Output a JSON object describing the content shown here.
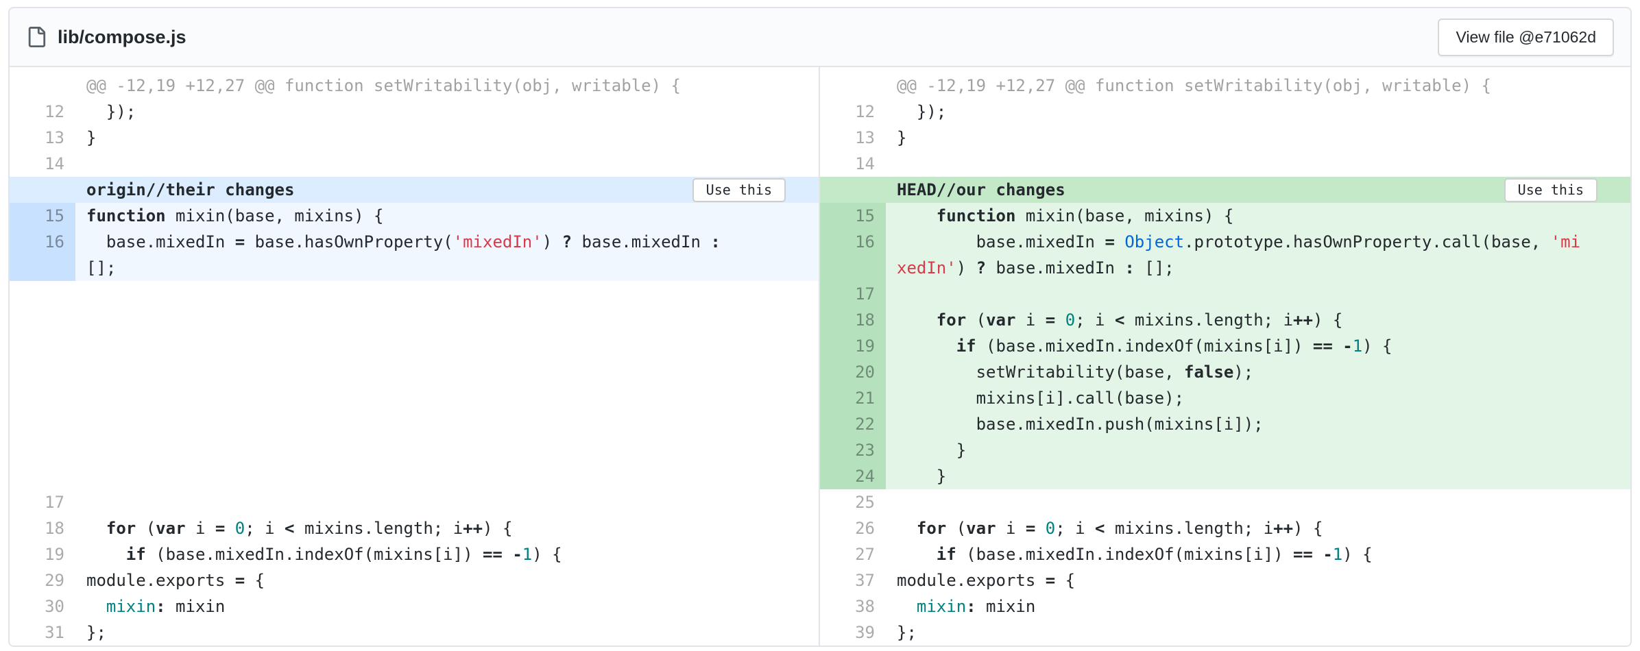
{
  "colors": {
    "border": "#e1e4e8",
    "conflict_theirs_header": "#dbedff",
    "conflict_theirs_line": "#f0f7ff",
    "conflict_theirs_gutter": "#c8e1ff",
    "conflict_ours_header": "#c3e9c8",
    "conflict_ours_line": "#e3f5e6",
    "conflict_ours_gutter": "#b5e2bc",
    "string": "#d73a49",
    "number": "#008080",
    "class_name": "#0366d6"
  },
  "file_header": {
    "file_name": "lib/compose.js",
    "view_file_button": "View file @e71062d"
  },
  "diff": {
    "hunk_header": "@@ -12,19 +12,27 @@ function setWritability(obj, writable) {",
    "left": {
      "conflict_label": "origin//their changes",
      "use_this_label": "Use this",
      "rows": [
        {
          "n": "",
          "t": "hunk",
          "s": [
            [
              "@@ -12,19 +12,27 @@ function setWritability(obj, writable) {",
              ""
            ]
          ]
        },
        {
          "n": "12",
          "t": "ctx",
          "s": [
            [
              "  });",
              ""
            ]
          ]
        },
        {
          "n": "13",
          "t": "ctx",
          "s": [
            [
              "}",
              ""
            ]
          ]
        },
        {
          "n": "14",
          "t": "ctx",
          "s": []
        },
        {
          "t": "confhead"
        },
        {
          "n": "15",
          "t": "conf",
          "s": [
            [
              "function",
              "k"
            ],
            [
              " mixin(base, mixins) {",
              ""
            ]
          ]
        },
        {
          "n": "16",
          "t": "conf",
          "s": [
            [
              "  base.mixedIn ",
              ""
            ],
            [
              "=",
              "o"
            ],
            [
              " base.hasOwnProperty(",
              ""
            ],
            [
              "'mixedIn'",
              "s"
            ],
            [
              ") ",
              ""
            ],
            [
              "?",
              "o"
            ],
            [
              " base.mixedIn ",
              ""
            ],
            [
              ":",
              "o"
            ]
          ]
        },
        {
          "n": "",
          "t": "conf",
          "s": [
            [
              "[];",
              ""
            ]
          ]
        },
        {
          "t": "spacer",
          "rows": 8
        },
        {
          "n": "17",
          "t": "ctx",
          "s": []
        },
        {
          "n": "18",
          "t": "ctx",
          "s": [
            [
              "  ",
              ""
            ],
            [
              "for",
              "k"
            ],
            [
              " (",
              ""
            ],
            [
              "var",
              "k"
            ],
            [
              " i ",
              ""
            ],
            [
              "=",
              "o"
            ],
            [
              " ",
              ""
            ],
            [
              "0",
              "n"
            ],
            [
              "; i ",
              ""
            ],
            [
              "<",
              "o"
            ],
            [
              " mixins.length; i",
              ""
            ],
            [
              "++",
              "o"
            ],
            [
              ") {",
              ""
            ]
          ]
        },
        {
          "n": "19",
          "t": "ctx",
          "s": [
            [
              "    ",
              ""
            ],
            [
              "if",
              "k"
            ],
            [
              " (base.mixedIn.indexOf(mixins[i]) ",
              ""
            ],
            [
              "==",
              "o"
            ],
            [
              " ",
              ""
            ],
            [
              "-",
              "o"
            ],
            [
              "1",
              "n"
            ],
            [
              ") {",
              ""
            ]
          ]
        },
        {
          "n": "29",
          "t": "ctx",
          "s": [
            [
              "module.exports ",
              ""
            ],
            [
              "=",
              "o"
            ],
            [
              " {",
              ""
            ]
          ]
        },
        {
          "n": "30",
          "t": "ctx",
          "s": [
            [
              "  ",
              ""
            ],
            [
              "mixin",
              "p"
            ],
            [
              ":",
              "o"
            ],
            [
              " mixin",
              ""
            ]
          ]
        },
        {
          "n": "31",
          "t": "ctx",
          "s": [
            [
              "};",
              ""
            ]
          ]
        }
      ]
    },
    "right": {
      "conflict_label": "HEAD//our changes",
      "use_this_label": "Use this",
      "rows": [
        {
          "n": "",
          "t": "hunk",
          "s": [
            [
              "@@ -12,19 +12,27 @@ function setWritability(obj, writable) {",
              ""
            ]
          ]
        },
        {
          "n": "12",
          "t": "ctx",
          "s": [
            [
              "  });",
              ""
            ]
          ]
        },
        {
          "n": "13",
          "t": "ctx",
          "s": [
            [
              "}",
              ""
            ]
          ]
        },
        {
          "n": "14",
          "t": "ctx",
          "s": []
        },
        {
          "t": "confhead"
        },
        {
          "n": "15",
          "t": "conf",
          "s": [
            [
              "    ",
              ""
            ],
            [
              "function",
              "k"
            ],
            [
              " mixin(base, mixins) {",
              ""
            ]
          ]
        },
        {
          "n": "16",
          "t": "conf",
          "s": [
            [
              "        base.mixedIn ",
              ""
            ],
            [
              "=",
              "o"
            ],
            [
              " ",
              ""
            ],
            [
              "Object",
              "v"
            ],
            [
              ".prototype.hasOwnProperty.call(base, ",
              ""
            ],
            [
              "'mi",
              "s"
            ]
          ]
        },
        {
          "n": "",
          "t": "conf",
          "s": [
            [
              "xedIn'",
              "s"
            ],
            [
              ") ",
              ""
            ],
            [
              "?",
              "o"
            ],
            [
              " base.mixedIn ",
              ""
            ],
            [
              ":",
              "o"
            ],
            [
              " [];",
              ""
            ]
          ]
        },
        {
          "n": "17",
          "t": "conf",
          "s": []
        },
        {
          "n": "18",
          "t": "conf",
          "s": [
            [
              "    ",
              ""
            ],
            [
              "for",
              "k"
            ],
            [
              " (",
              ""
            ],
            [
              "var",
              "k"
            ],
            [
              " i ",
              ""
            ],
            [
              "=",
              "o"
            ],
            [
              " ",
              ""
            ],
            [
              "0",
              "n"
            ],
            [
              "; i ",
              ""
            ],
            [
              "<",
              "o"
            ],
            [
              " mixins.length; i",
              ""
            ],
            [
              "++",
              "o"
            ],
            [
              ") {",
              ""
            ]
          ]
        },
        {
          "n": "19",
          "t": "conf",
          "s": [
            [
              "      ",
              ""
            ],
            [
              "if",
              "k"
            ],
            [
              " (base.mixedIn.indexOf(mixins[i]) ",
              ""
            ],
            [
              "==",
              "o"
            ],
            [
              " ",
              ""
            ],
            [
              "-",
              "o"
            ],
            [
              "1",
              "n"
            ],
            [
              ") {",
              ""
            ]
          ]
        },
        {
          "n": "20",
          "t": "conf",
          "s": [
            [
              "        setWritability(base, ",
              ""
            ],
            [
              "false",
              "k"
            ],
            [
              ");",
              ""
            ]
          ]
        },
        {
          "n": "21",
          "t": "conf",
          "s": [
            [
              "        mixins[i].call(base);",
              ""
            ]
          ]
        },
        {
          "n": "22",
          "t": "conf",
          "s": [
            [
              "        base.mixedIn.push(mixins[i]);",
              ""
            ]
          ]
        },
        {
          "n": "23",
          "t": "conf",
          "s": [
            [
              "      }",
              ""
            ]
          ]
        },
        {
          "n": "24",
          "t": "conf",
          "s": [
            [
              "    }",
              ""
            ]
          ]
        },
        {
          "n": "25",
          "t": "ctx",
          "s": []
        },
        {
          "n": "26",
          "t": "ctx",
          "s": [
            [
              "  ",
              ""
            ],
            [
              "for",
              "k"
            ],
            [
              " (",
              ""
            ],
            [
              "var",
              "k"
            ],
            [
              " i ",
              ""
            ],
            [
              "=",
              "o"
            ],
            [
              " ",
              ""
            ],
            [
              "0",
              "n"
            ],
            [
              "; i ",
              ""
            ],
            [
              "<",
              "o"
            ],
            [
              " mixins.length; i",
              ""
            ],
            [
              "++",
              "o"
            ],
            [
              ") {",
              ""
            ]
          ]
        },
        {
          "n": "27",
          "t": "ctx",
          "s": [
            [
              "    ",
              ""
            ],
            [
              "if",
              "k"
            ],
            [
              " (base.mixedIn.indexOf(mixins[i]) ",
              ""
            ],
            [
              "==",
              "o"
            ],
            [
              " ",
              ""
            ],
            [
              "-",
              "o"
            ],
            [
              "1",
              "n"
            ],
            [
              ") {",
              ""
            ]
          ]
        },
        {
          "n": "37",
          "t": "ctx",
          "s": [
            [
              "module.exports ",
              ""
            ],
            [
              "=",
              "o"
            ],
            [
              " {",
              ""
            ]
          ]
        },
        {
          "n": "38",
          "t": "ctx",
          "s": [
            [
              "  ",
              ""
            ],
            [
              "mixin",
              "p"
            ],
            [
              ":",
              "o"
            ],
            [
              " mixin",
              ""
            ]
          ]
        },
        {
          "n": "39",
          "t": "ctx",
          "s": [
            [
              "};",
              ""
            ]
          ]
        }
      ]
    }
  }
}
